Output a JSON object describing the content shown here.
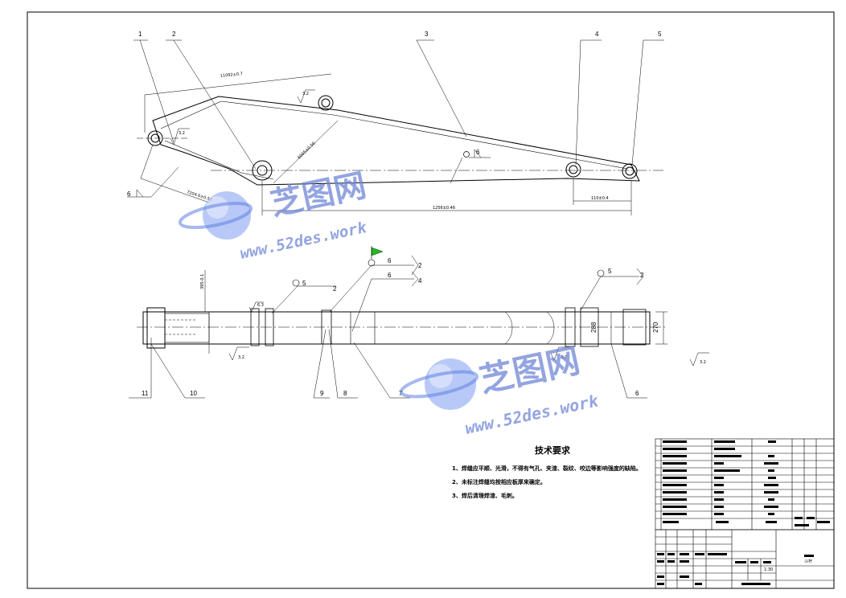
{
  "callouts": [
    "1",
    "2",
    "3",
    "4",
    "5",
    "6",
    "7",
    "8",
    "9",
    "10",
    "11",
    "6"
  ],
  "dims": {
    "d_top_slant": "11092±0.7",
    "d_lower_slant": "7204.6±0.56",
    "d_center": "6065±0.56",
    "d_bottom": "1256±0.46",
    "d_right": "110±0.4",
    "d_height_left": "395-0.1",
    "d_h288": "288",
    "d_h270": "270"
  },
  "labels": {
    "weld_symbol": "6",
    "weld_symbol5": "5",
    "weld_tail": "2",
    "weld_tail4": "4",
    "roughness": "3.2",
    "roughness2": "6.3",
    "roughness3": "3.2",
    "roughness4": "3.2",
    "roughness_right": "3.2"
  },
  "watermark": {
    "cn": "芝图网",
    "en": "www.52des.work"
  },
  "notes": {
    "title": "技术要求",
    "items": [
      "1、焊缝应平顺、光滑，不得有气孔、夹渣、裂纹、咬边等影响强度的缺陷。",
      "2、未标注焊缝均按相应板厚来确定。",
      "3、焊后清理焊渣、毛刺。"
    ]
  },
  "title_block": {
    "scale": "1:30",
    "name": "斗杆"
  }
}
